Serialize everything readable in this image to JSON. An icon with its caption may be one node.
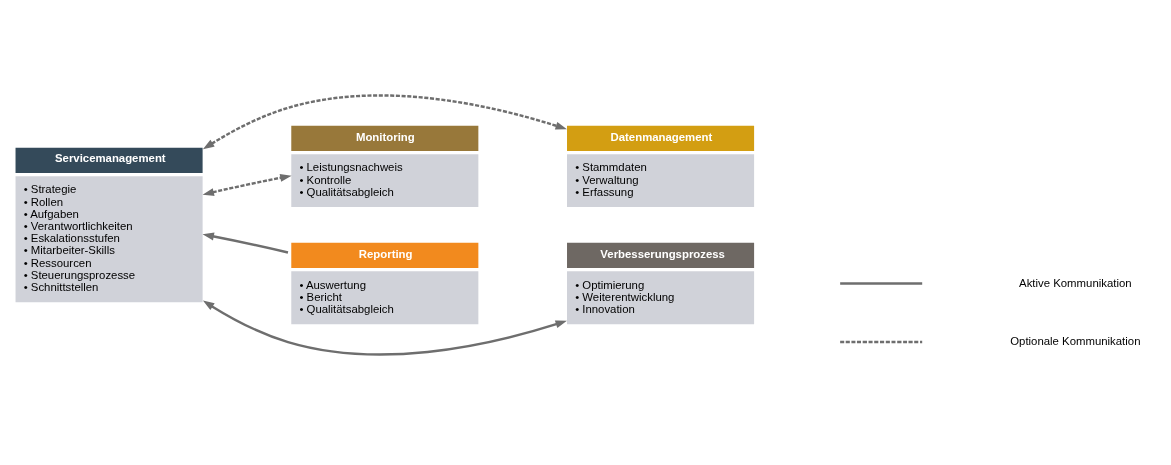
{
  "diagram": {
    "nodes": [
      {
        "text": [
          "Servicemanagement",
          "• Strategie",
          "• Rollen",
          "• Aufgaben",
          "• Verantwortlichkeiten",
          "• Eskalationsstufen",
          "• Mitarbeiter-Skills",
          "• Ressourcen",
          "• Steuerungsprozesse",
          "• Schnittstellen"
        ]
      },
      {
        "text": [
          "Monitoring",
          "• Leistungsnachweis",
          "• Kontrolle",
          "• Qualitätsabgleich"
        ]
      },
      {
        "text": [
          "Datenmanagement",
          "• Stammdaten",
          "• Verwaltung",
          "• Erfassung"
        ]
      },
      {
        "text": [
          "Reporting",
          "• Auswertung",
          "• Bericht",
          "• Qualitätsabgleich"
        ]
      },
      {
        "text": [
          "Verbesserungsprozess",
          "• Optimierung",
          "• Weiterentwicklung",
          "• Innovation"
        ]
      }
    ],
    "edges": [
      {
        "from": 0,
        "to": 1,
        "arrow": "both",
        "style": "dashed"
      },
      {
        "from": 0,
        "to": 2,
        "arrow": "both",
        "style": "dashed"
      },
      {
        "from": 3,
        "to": 0,
        "arrow": "to"
      },
      {
        "from": 0,
        "to": 4,
        "arrow": "both"
      }
    ],
    "legend": [
      {
        "text": "Aktive Kommunikation"
      },
      {
        "text": "Optionale Kommunikation"
      }
    ]
  }
}
